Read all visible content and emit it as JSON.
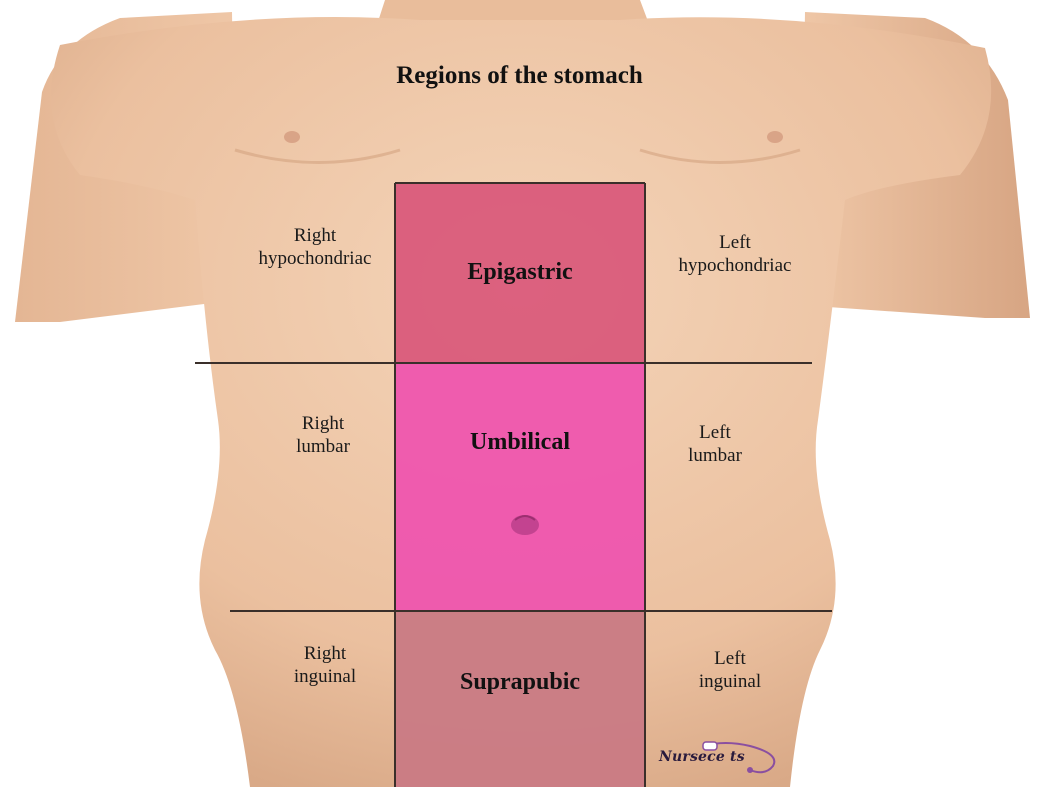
{
  "title": "Regions of the stomach",
  "regions": {
    "right_hypochondriac": [
      "Right",
      "hypochondriac"
    ],
    "epigastric": "Epigastric",
    "left_hypochondriac": [
      "Left",
      "hypochondriac"
    ],
    "right_lumbar": [
      "Right",
      "lumbar"
    ],
    "umbilical": "Umbilical",
    "left_lumbar": [
      "Left",
      "lumbar"
    ],
    "right_inguinal": [
      "Right",
      "inguinal"
    ],
    "suprapubic": "Suprapubic",
    "left_inguinal": [
      "Left",
      "inguinal"
    ]
  },
  "colors": {
    "skin": "#efc7a7",
    "skin_shadow": "#d9a987",
    "epigastric": "#d9577a",
    "umbilical": "#ee55ae",
    "suprapubic": "#c97a84",
    "grid_line": "#3a2f2a"
  },
  "logo": {
    "text": "Nursece ts"
  }
}
